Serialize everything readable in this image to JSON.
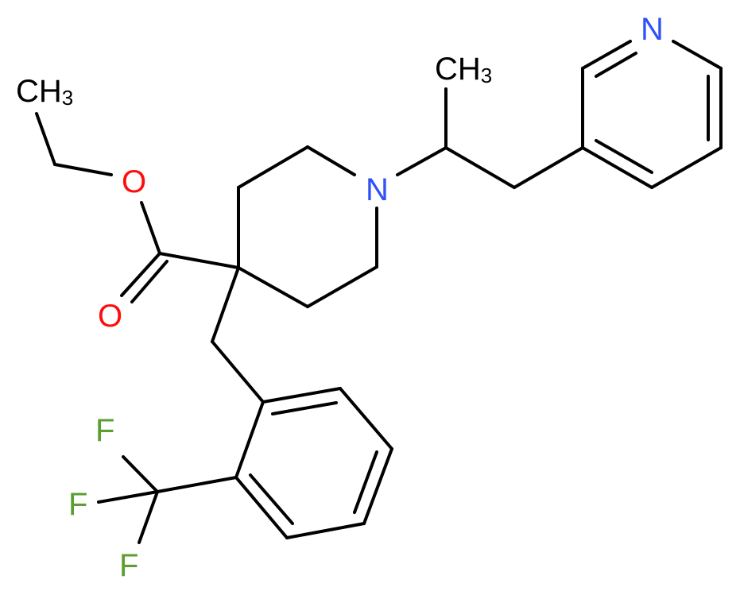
{
  "diagram": {
    "type": "chemical-structure",
    "description": "ethyl 1-[1-(pyridin-3-yl)propan-2-yl]-4-{[2-(trifluoromethyl)phenyl]methyl}piperidine-4-carboxylate",
    "colors": {
      "bond": "#000000",
      "carbon_label": "#000000",
      "oxygen": "#ff0d0d",
      "nitrogen": "#3050f8",
      "fluorine": "#5c9e31"
    },
    "labels": {
      "ch3_ethyl": "CH",
      "ch3_ethyl_sub": "3",
      "ch3_methyl": "CH",
      "ch3_methyl_sub": "3",
      "o_ester": "O",
      "o_carbonyl": "O",
      "n_piperidine": "N",
      "n_pyridine": "N",
      "f1": "F",
      "f2": "F",
      "f3": "F"
    }
  }
}
